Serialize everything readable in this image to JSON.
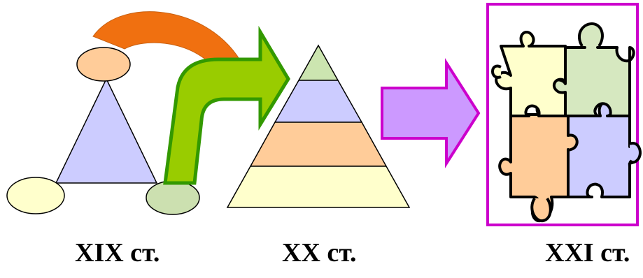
{
  "labels": {
    "century_19": "XIX ст.",
    "century_20": "XX ст.",
    "century_21": "XXI ст."
  },
  "colors": {
    "triangle_fill": "#ccccff",
    "top_ellipse_fill": "#ffcc99",
    "left_ellipse_fill": "#ffffcc",
    "right_ellipse_fill": "#cce0b0",
    "curved_arrow_orange": "#f07010",
    "green_arrow_fill": "#99cc00",
    "green_arrow_outline": "#339900",
    "pyramid_tier_1": "#cce5b0",
    "pyramid_tier_2": "#ccccff",
    "pyramid_tier_3": "#ffcc99",
    "pyramid_tier_4": "#ffffcc",
    "purple_arrow_fill": "#cc99ff",
    "purple_arrow_outline": "#cc00cc",
    "puzzle_frame": "#cc00cc",
    "puzzle_yellow": "#ffffcc",
    "puzzle_green": "#d6e8c0",
    "puzzle_orange": "#ffcc99",
    "puzzle_blue": "#ccccff"
  }
}
